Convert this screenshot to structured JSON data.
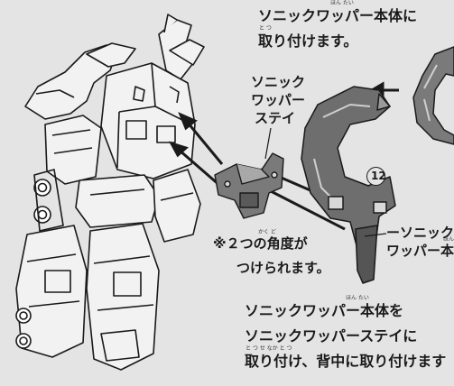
{
  "instructions": {
    "top": {
      "line1": "ソニックワッパー本体に",
      "line2": "取り付けます。",
      "ruby": [
        "ほん たい",
        "と    つ"
      ]
    },
    "stay_label": {
      "line1": "ソニック",
      "line2": "ワッパー",
      "line3": "ステイ"
    },
    "angle_note": {
      "line1": "※２つの角度が",
      "line2": "つけられます。",
      "ruby": "かく ど"
    },
    "body_label": {
      "line1": "ーソニック",
      "line2": "ワッパー本",
      "ruby": "ほん"
    },
    "part_number": "12",
    "bottom": {
      "line1": "ソニックワッパー本体を",
      "line2": "ソニックワッパーステイに",
      "line3": "取り付け、背中に取り付けます",
      "ruby": [
        "ほん たい",
        "と  つ       せ なか  と  つ"
      ]
    }
  },
  "colors": {
    "background": "#e4e4e4",
    "line": "#1a1a1a",
    "part_dark": "#6e6e6e",
    "robot_light": "#f2f2f2"
  }
}
